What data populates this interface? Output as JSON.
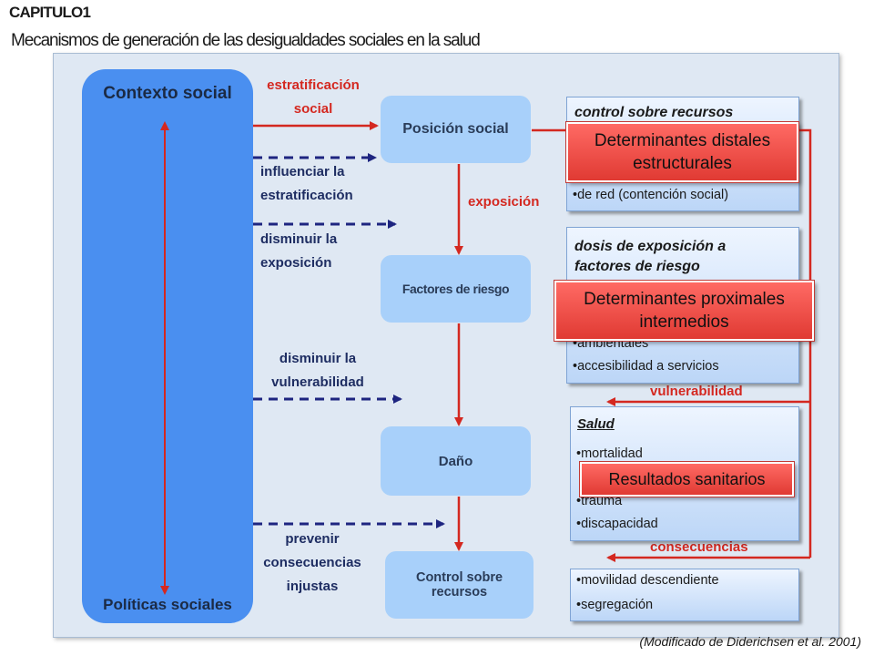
{
  "header": {
    "chapter": "CAPITULO1",
    "subtitle": "Mecanismos de generación de las desigualdades sociales en la salud"
  },
  "context": {
    "title": "Contexto social",
    "bottom": "Políticas sociales"
  },
  "middle": {
    "position": "Posición social",
    "risk": "Factores de riesgo",
    "harm": "Daño",
    "control": "Control sobre recursos"
  },
  "left_labels": {
    "stratification_1": "estratificación",
    "stratification_2": "social",
    "influence_1": "influenciar la",
    "influence_2": "estratificación",
    "reduce_exposure_1": "disminuir la",
    "reduce_exposure_2": "exposición",
    "reduce_vuln_1": "disminuir la",
    "reduce_vuln_2": "vulnerabilidad",
    "prevent_1": "prevenir",
    "prevent_2": "consecuencias",
    "prevent_3": "injustas"
  },
  "mid_labels": {
    "exposure": "exposición",
    "vulnerability": "vulnerabilidad",
    "consequences": "consecuencias"
  },
  "right": {
    "box1_head": "control sobre recursos",
    "box1_item": "•de red (contención social)",
    "box2_head_1": "dosis de exposición a",
    "box2_head_2": "factores de riesgo",
    "box2_item1": "•ambientales",
    "box2_item2": "•accesibilidad a servicios",
    "box3_head": "Salud",
    "box3_item1": "•mortalidad",
    "box3_item2": "•trauma",
    "box3_item3": "•discapacidad",
    "box4_item1": "•movilidad descendiente",
    "box4_item2": "•segregación"
  },
  "callouts": {
    "distal_1": "Determinantes distales",
    "distal_2": "estructurales",
    "proximal_1": "Determinantes proximales",
    "proximal_2": "intermedios",
    "outcomes": "Resultados sanitarios"
  },
  "credit": "(Modificado de Diderichsen et al. 2001)",
  "colors": {
    "context_blue": "#4a8ff0",
    "box_blue": "#a8d0fa",
    "arrow_red": "#d42820",
    "arrow_navy": "#1e2580"
  }
}
